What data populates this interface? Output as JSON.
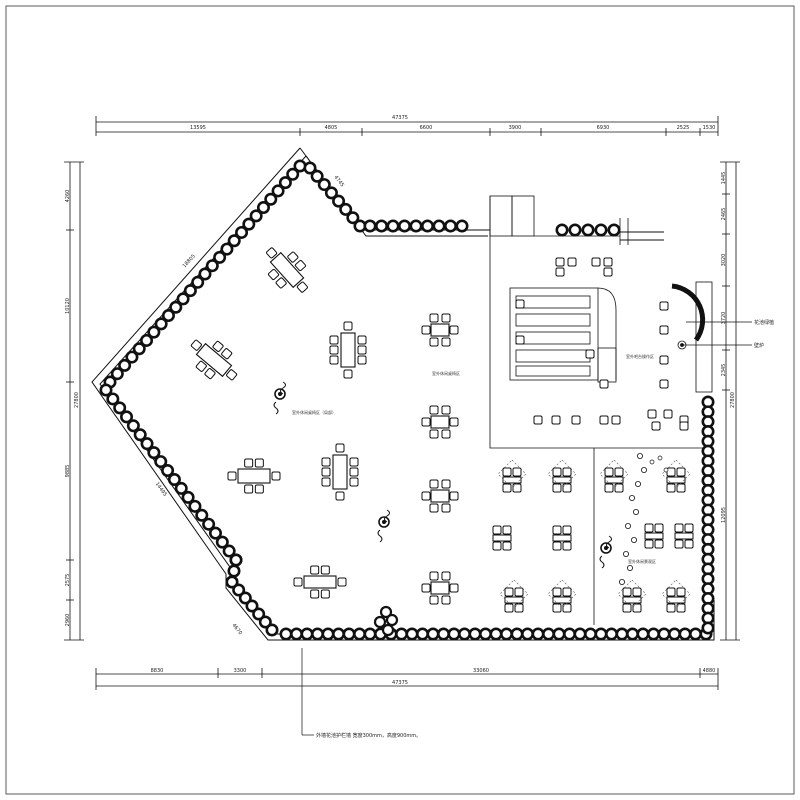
{
  "drawing": {
    "overall_width_top": "47375",
    "overall_width_bottom": "47375",
    "overall_height": "27800"
  },
  "dimensions": {
    "top_segments": [
      "13595",
      "4805",
      "6600",
      "3900",
      "6930",
      "2525",
      "1530"
    ],
    "bottom_segments": [
      "8830",
      "3300",
      "33060",
      "4880"
    ],
    "left_segments": [
      "4260",
      "10120",
      "9885",
      "2575",
      "2960"
    ],
    "right_segments": [
      "1445",
      "2465",
      "3020",
      "3720",
      "2345",
      "12095"
    ],
    "diagonals": [
      "4745",
      "18805",
      "14495",
      "4670"
    ]
  },
  "labels": {
    "zone_a": "室外休闲桌椅区",
    "zone_b": "室外休闲桌椅区（局部）",
    "kitchen": "室外吧台操作区",
    "garden": "室外休闲景观区",
    "callout_1": "花池绿植",
    "callout_2": "壁炉",
    "bottom_note": "外墙花池护栏墙 宽度300mm，高度900mm。"
  },
  "colors": {
    "line": "#111111",
    "hedge_fill": "#ffffff",
    "background": "#ffffff"
  }
}
